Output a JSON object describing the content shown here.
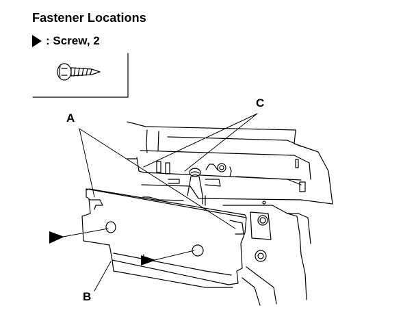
{
  "header": {
    "title": "Fastener Locations"
  },
  "legend": {
    "marker_icon": "solid-triangle-pointer",
    "label": ": Screw, 2"
  },
  "callouts": {
    "a": "A",
    "b": "B",
    "c": "C"
  },
  "colors": {
    "line": "#000000",
    "background": "#ffffff"
  }
}
